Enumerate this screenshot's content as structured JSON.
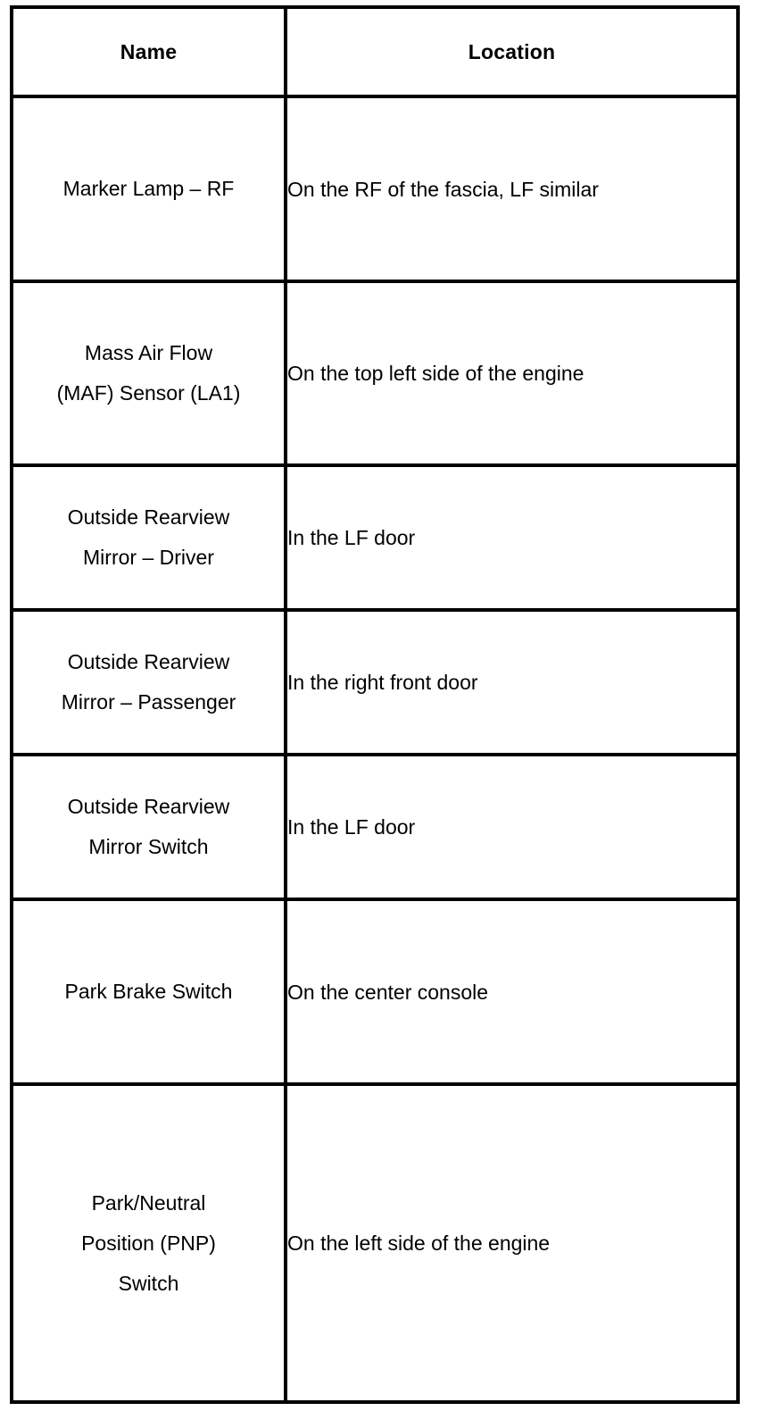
{
  "table": {
    "columns": [
      "Name",
      "Location"
    ],
    "rows": [
      {
        "name_lines": [
          "Marker Lamp – RF"
        ],
        "location_lines": [
          "On the RF of the fascia, LF similar"
        ]
      },
      {
        "name_lines": [
          "Mass Air Flow",
          "(MAF) Sensor (LA1)"
        ],
        "location_lines": [
          "On the top left side of the engine"
        ]
      },
      {
        "name_lines": [
          "Outside Rearview",
          "Mirror – Driver"
        ],
        "location_lines": [
          "In the LF door"
        ]
      },
      {
        "name_lines": [
          "Outside Rearview",
          "Mirror – Passenger"
        ],
        "location_lines": [
          "In the right front door"
        ]
      },
      {
        "name_lines": [
          "Outside Rearview",
          "Mirror Switch"
        ],
        "location_lines": [
          "In the LF door"
        ]
      },
      {
        "name_lines": [
          "Park Brake Switch"
        ],
        "location_lines": [
          "On the center console"
        ]
      },
      {
        "name_lines": [
          "Park/Neutral",
          "Position (PNP)",
          "Switch"
        ],
        "location_lines": [
          "On the left side of the engine"
        ]
      }
    ]
  },
  "style": {
    "border_color": "#000000",
    "text_color": "#000000",
    "background": "#ffffff"
  }
}
